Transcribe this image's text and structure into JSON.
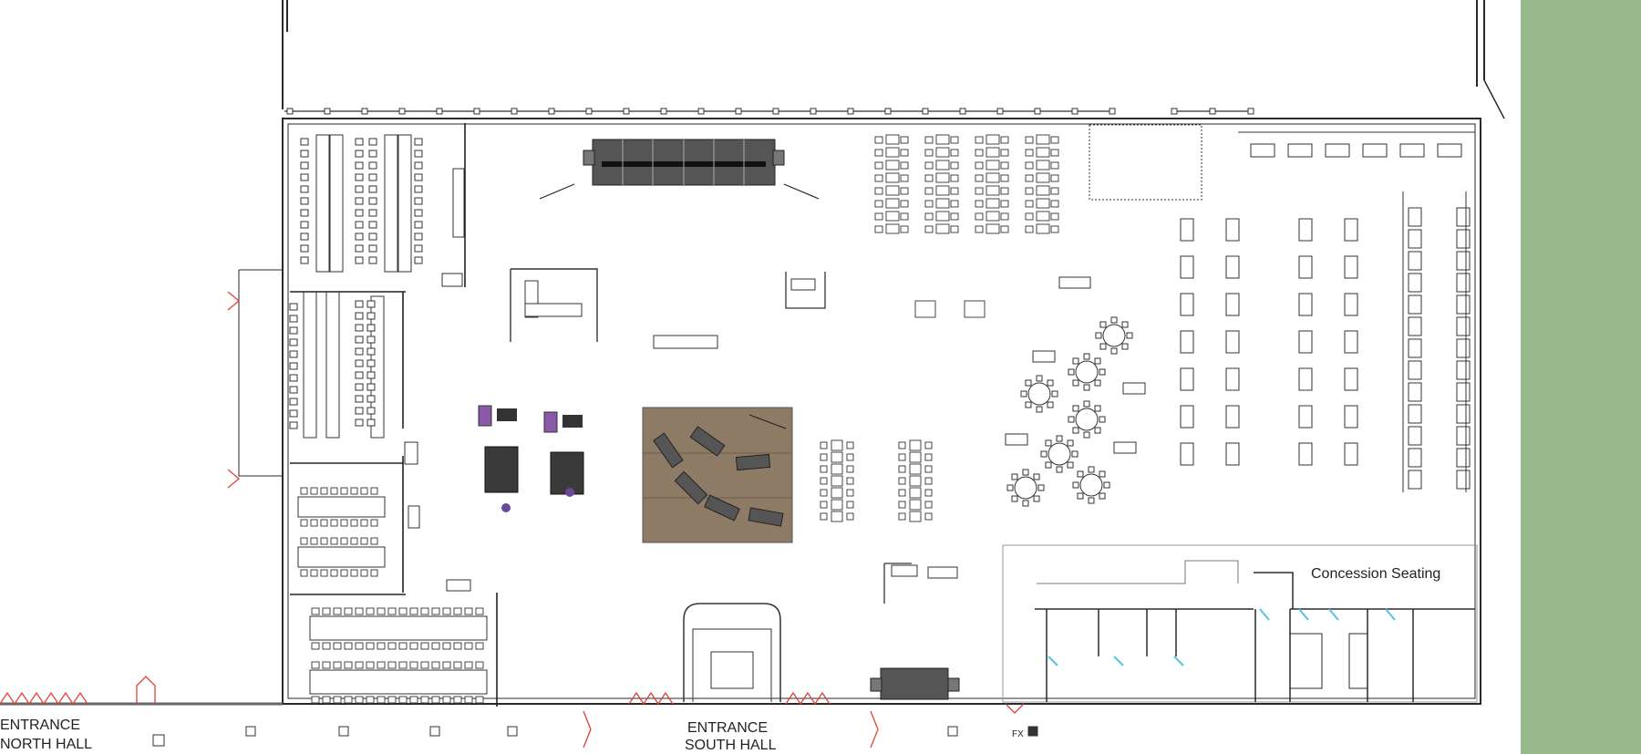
{
  "labels": {
    "concession_seating": "Concession Seating",
    "entrance_north_line1": "ENTRANCE",
    "entrance_north_line2": "NORTH HALL",
    "entrance_south_line1": "ENTRANCE",
    "entrance_south_line2": "SOUTH HALL",
    "fx_marker": "FX"
  },
  "colors": {
    "background": "#ffffff",
    "side_panel": "#98ba8c",
    "walls": "#2a2a2a",
    "dark_booth": "#555555",
    "wood_floor": "#8e7b66",
    "door_swings": "#e0403a",
    "glass_doors": "#55c3e0",
    "purple_furniture": "#8a5aa8"
  }
}
